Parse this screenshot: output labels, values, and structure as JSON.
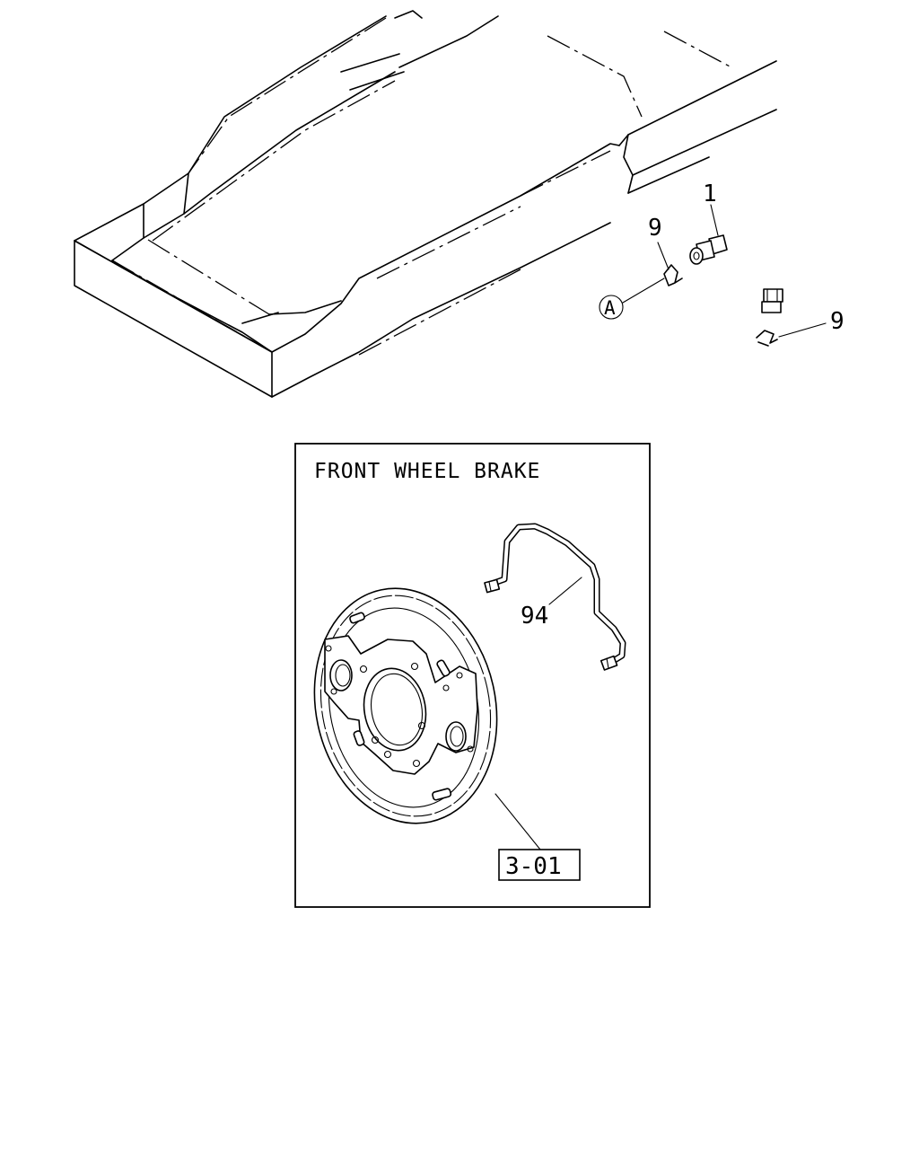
{
  "diagram": {
    "callouts": {
      "part_1": "1",
      "part_9_upper": "9",
      "part_9_lower": "9",
      "ref_a": "A",
      "part_94": "94",
      "ref_3_01": "3-01"
    },
    "inset": {
      "title": "FRONT WHEEL BRAKE"
    }
  }
}
